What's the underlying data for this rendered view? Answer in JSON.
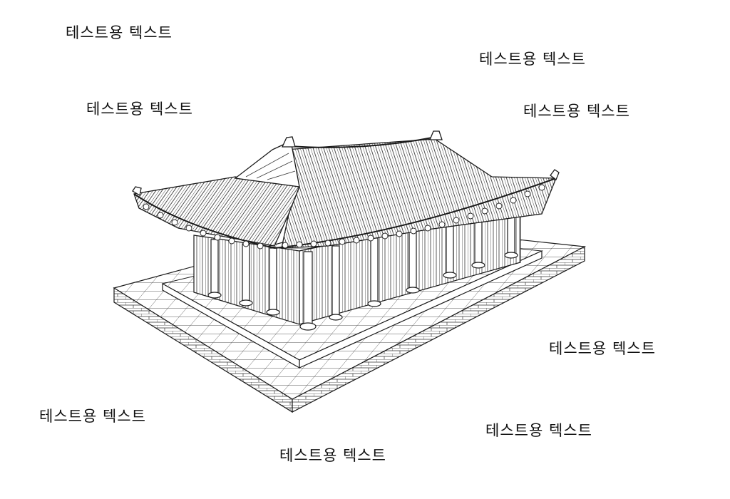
{
  "labels": [
    "테스트용 텍스트",
    "테스트용 텍스트",
    "테스트용 텍스트",
    "테스트용 텍스트",
    "테스트용 텍스트",
    "테스트용 텍스트",
    "테스트용 텍스트",
    "테스트용 텍스트"
  ],
  "colors": {
    "line": "#1a1a1a",
    "background": "#ffffff"
  }
}
